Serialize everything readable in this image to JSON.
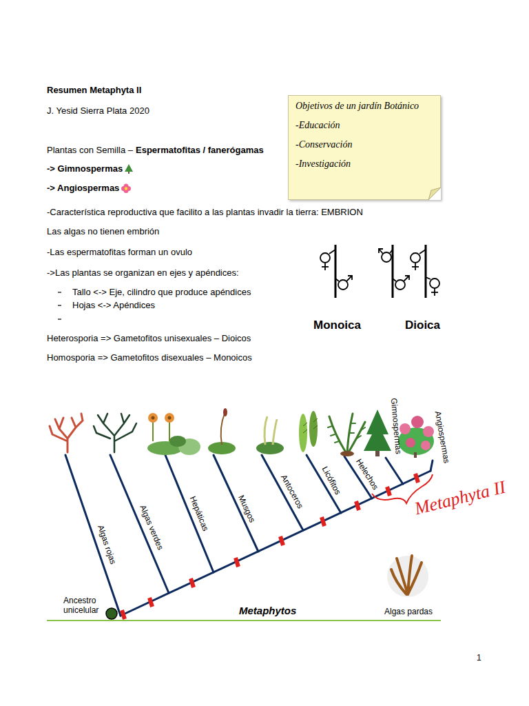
{
  "diagram": {
    "title": "Resumen Metaphyta II",
    "nodes": [
      {
        "text": [
          "Objetivos de un jardín Botánico",
          "-Educación",
          "-Conservación",
          "-Investigación"
        ]
      }
    ],
    "labels": [
      "J. Yesid Sierra Plata 2020",
      "Plantas con Semilla –",
      "Espermatofitas / fanerógamas",
      "-> Gimnospermas",
      "-> Angiospermas",
      "-Característica reproductiva que facilito a las plantas invadir la tierra: EMBRION",
      "Las algas no tienen embrión",
      "-Las espermatofitas forman un ovulo",
      "->Las plantas se organizan en ejes y apéndices:",
      "Tallo <-> Eje, cilindro que produce apéndices",
      "Hojas <-> Apéndices",
      "Heterosporia => Gametofitos unisexuales – Dioicos",
      "Homosporia => Gametofitos disexuales – Monoicos",
      "Monoica",
      "Dioica",
      "Algas rojas",
      "Algas verdes",
      "Hepáticas",
      "Musgos",
      "Antoceros",
      "Licófitos",
      "Helechos",
      "Gimnospermas",
      "Angiospermas",
      "Metaphyta II",
      "Ancestro unicelular",
      "Metaphytos",
      "Algas pardas",
      "1"
    ]
  }
}
